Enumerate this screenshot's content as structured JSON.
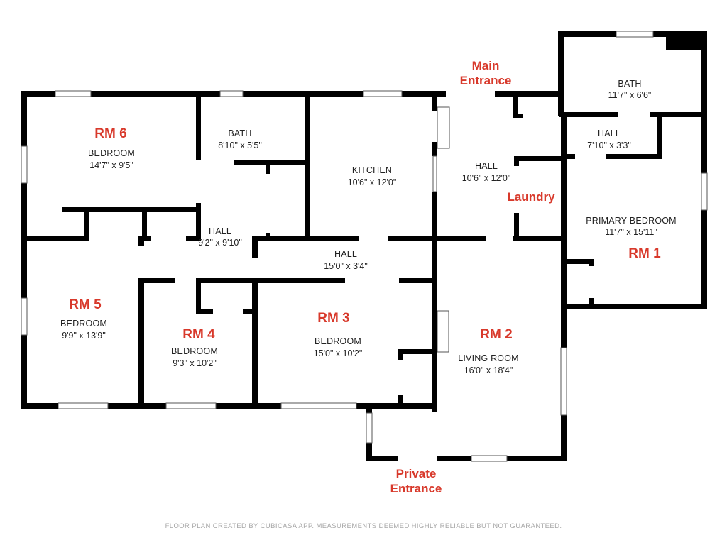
{
  "plan": {
    "rooms": [
      {
        "id": "rm6",
        "tag": "RM 6",
        "name": "BEDROOM",
        "dims": "14'7\" x 9'5\""
      },
      {
        "id": "bath1",
        "tag": "",
        "name": "BATH",
        "dims": "8'10\" x 5'5\""
      },
      {
        "id": "kitchen",
        "tag": "",
        "name": "KITCHEN",
        "dims": "10'6\" x 12'0\""
      },
      {
        "id": "hall_main",
        "tag": "",
        "name": "HALL",
        "dims": "10'6\" x 12'0\""
      },
      {
        "id": "bath2",
        "tag": "",
        "name": "BATH",
        "dims": "11'7\" x 6'6\""
      },
      {
        "id": "hall_small",
        "tag": "",
        "name": "HALL",
        "dims": "7'10\" x 3'3\""
      },
      {
        "id": "rm1",
        "tag": "RM 1",
        "name": "PRIMARY BEDROOM",
        "dims": "11'7\" x 15'11\""
      },
      {
        "id": "hall_center",
        "tag": "",
        "name": "HALL",
        "dims": "9'2\" x 9'10\""
      },
      {
        "id": "hall_long",
        "tag": "",
        "name": "HALL",
        "dims": "15'0\" x 3'4\""
      },
      {
        "id": "rm5",
        "tag": "RM 5",
        "name": "BEDROOM",
        "dims": "9'9\" x 13'9\""
      },
      {
        "id": "rm4",
        "tag": "RM 4",
        "name": "BEDROOM",
        "dims": "9'3\" x 10'2\""
      },
      {
        "id": "rm3",
        "tag": "RM 3",
        "name": "BEDROOM",
        "dims": "15'0\" x 10'2\""
      },
      {
        "id": "rm2",
        "tag": "RM 2",
        "name": "LIVING ROOM",
        "dims": "16'0\" x 18'4\""
      }
    ],
    "annotations": {
      "main_entrance": [
        "Main",
        "Entrance"
      ],
      "private_entrance": [
        "Private",
        "Entrance"
      ],
      "laundry": "Laundry"
    },
    "footer": "FLOOR PLAN CREATED BY CUBICASA APP. MEASUREMENTS DEEMED HIGHLY RELIABLE BUT NOT GUARANTEED.",
    "colors": {
      "wall": "#000000",
      "annotation": "#d8392b",
      "text": "#222222",
      "footer": "#a8a8a8"
    }
  }
}
